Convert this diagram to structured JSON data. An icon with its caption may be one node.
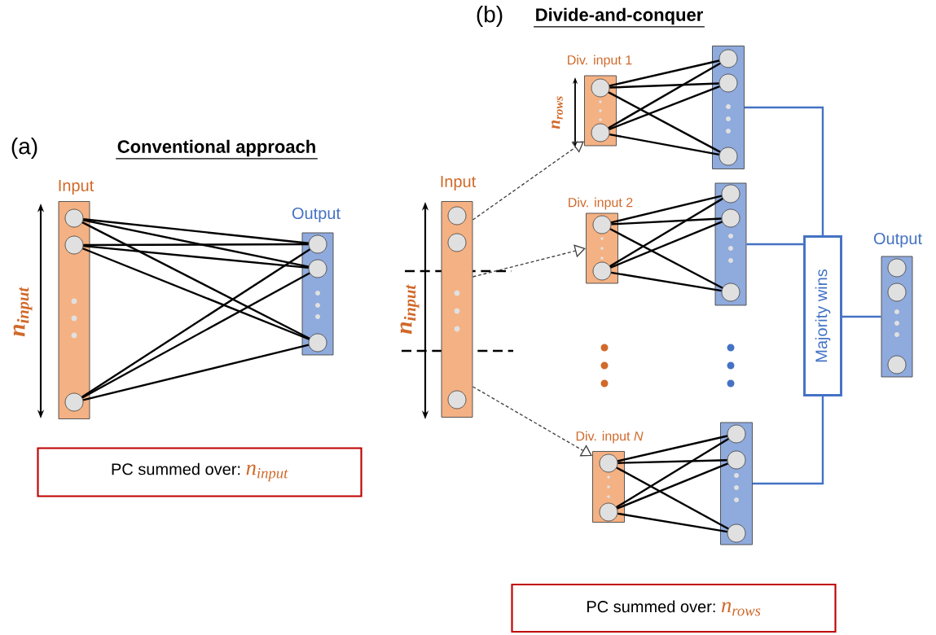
{
  "diagram": {
    "nodes": [
      {
        "text": [
          "Input"
        ]
      },
      {
        "text": [],
        "shape": "circle",
        "in": 0
      },
      {
        "text": [],
        "shape": "circle",
        "in": 0
      },
      {
        "text": [],
        "shape": "circle",
        "in": 0
      },
      {
        "text": [
          "Output"
        ]
      },
      {
        "text": [],
        "shape": "circle",
        "in": 4
      },
      {
        "text": [],
        "shape": "circle",
        "in": 4
      },
      {
        "text": [],
        "shape": "circle",
        "in": 4
      },
      {
        "text": [
          "Input"
        ]
      },
      {
        "text": [],
        "shape": "circle",
        "in": 8
      },
      {
        "text": [],
        "shape": "circle",
        "in": 8
      },
      {
        "text": [],
        "shape": "circle",
        "in": 8
      },
      {
        "text": [
          "Div. input 1"
        ]
      },
      {
        "text": [],
        "shape": "circle",
        "in": 12
      },
      {
        "text": [],
        "shape": "circle",
        "in": 12
      },
      {
        "text": [],
        "shape": "bar"
      },
      {
        "text": [],
        "shape": "circle",
        "in": 15
      },
      {
        "text": [],
        "shape": "circle",
        "in": 15
      },
      {
        "text": [],
        "shape": "circle",
        "in": 15
      },
      {
        "text": [
          "Div. input 2"
        ]
      },
      {
        "text": [],
        "shape": "circle",
        "in": 19
      },
      {
        "text": [],
        "shape": "circle",
        "in": 19
      },
      {
        "text": [],
        "shape": "bar"
      },
      {
        "text": [],
        "shape": "circle",
        "in": 22
      },
      {
        "text": [],
        "shape": "circle",
        "in": 22
      },
      {
        "text": [],
        "shape": "circle",
        "in": 22
      },
      {
        "text": [
          "Div. input *N*"
        ]
      },
      {
        "text": [],
        "shape": "circle",
        "in": 26
      },
      {
        "text": [],
        "shape": "circle",
        "in": 26
      },
      {
        "text": [],
        "shape": "bar"
      },
      {
        "text": [],
        "shape": "circle",
        "in": 29
      },
      {
        "text": [],
        "shape": "circle",
        "in": 29
      },
      {
        "text": [],
        "shape": "circle",
        "in": 29
      },
      {
        "text": [
          "Majority wins"
        ]
      },
      {
        "text": [
          "Output"
        ]
      },
      {
        "text": [],
        "shape": "circle",
        "in": 34
      },
      {
        "text": [],
        "shape": "circle",
        "in": 34
      },
      {
        "text": [],
        "shape": "circle",
        "in": 34
      },
      {
        "text": [
          "PC summed over:",
          "n$_{input}$"
        ]
      },
      {
        "text": [
          "PC summed over:",
          "n$_{rows}$"
        ]
      }
    ],
    "edges": [
      {
        "from": 1,
        "to": 5,
        "arrow": "none"
      },
      {
        "from": 1,
        "to": 6,
        "arrow": "none"
      },
      {
        "from": 1,
        "to": 7,
        "arrow": "none"
      },
      {
        "from": 2,
        "to": 5,
        "arrow": "none"
      },
      {
        "from": 2,
        "to": 6,
        "arrow": "none"
      },
      {
        "from": 2,
        "to": 7,
        "arrow": "none"
      },
      {
        "from": 3,
        "to": 5,
        "arrow": "none"
      },
      {
        "from": 3,
        "to": 6,
        "arrow": "none"
      },
      {
        "from": 3,
        "to": 7,
        "arrow": "none"
      },
      {
        "from": 8,
        "to": 12,
        "arrow": "to",
        "style": "dashed"
      },
      {
        "from": 8,
        "to": 19,
        "arrow": "to",
        "style": "dashed"
      },
      {
        "from": 8,
        "to": 26,
        "arrow": "to",
        "style": "dashed"
      },
      {
        "from": 13,
        "to": 16,
        "arrow": "none"
      },
      {
        "from": 13,
        "to": 17,
        "arrow": "none"
      },
      {
        "from": 13,
        "to": 18,
        "arrow": "none"
      },
      {
        "from": 14,
        "to": 16,
        "arrow": "none"
      },
      {
        "from": 14,
        "to": 17,
        "arrow": "none"
      },
      {
        "from": 14,
        "to": 18,
        "arrow": "none"
      },
      {
        "from": 20,
        "to": 23,
        "arrow": "none"
      },
      {
        "from": 20,
        "to": 24,
        "arrow": "none"
      },
      {
        "from": 20,
        "to": 25,
        "arrow": "none"
      },
      {
        "from": 21,
        "to": 23,
        "arrow": "none"
      },
      {
        "from": 21,
        "to": 24,
        "arrow": "none"
      },
      {
        "from": 21,
        "to": 25,
        "arrow": "none"
      },
      {
        "from": 27,
        "to": 30,
        "arrow": "none"
      },
      {
        "from": 27,
        "to": 31,
        "arrow": "none"
      },
      {
        "from": 27,
        "to": 32,
        "arrow": "none"
      },
      {
        "from": 28,
        "to": 30,
        "arrow": "none"
      },
      {
        "from": 28,
        "to": 31,
        "arrow": "none"
      },
      {
        "from": 28,
        "to": 32,
        "arrow": "none"
      },
      {
        "from": 15,
        "to": 33,
        "arrow": "none",
        "color": "#4472c4"
      },
      {
        "from": 22,
        "to": 33,
        "arrow": "none",
        "color": "#4472c4"
      },
      {
        "from": 29,
        "to": 33,
        "arrow": "none",
        "color": "#4472c4"
      },
      {
        "from": 33,
        "to": 34,
        "arrow": "none",
        "color": "#4472c4"
      }
    ],
    "labels": [
      "(a)",
      "Conventional approach",
      "n$_{input}$",
      "(b)",
      "Divide-and-conquer",
      "n$_{rows}$",
      "n$_{input}$"
    ]
  }
}
